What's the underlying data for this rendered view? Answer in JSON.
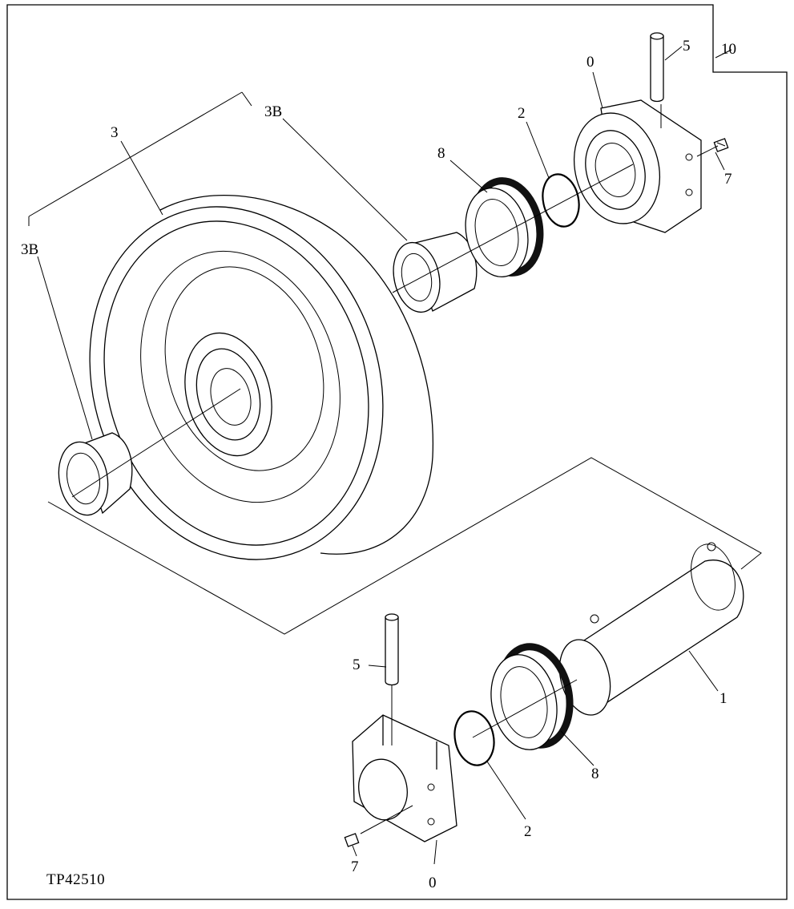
{
  "figure_id": "TP42510",
  "callouts": {
    "c10": "10",
    "c5_top": "5",
    "c0_top": "0",
    "c7_top": "7",
    "c2_top": "2",
    "c8_top": "8",
    "c3B_top": "3B",
    "c3": "3",
    "c3B_left": "3B",
    "c1": "1",
    "c5_bottom": "5",
    "c2_bottom": "2",
    "c8_bottom": "8",
    "c7_bottom": "7",
    "c0_bottom": "0"
  }
}
